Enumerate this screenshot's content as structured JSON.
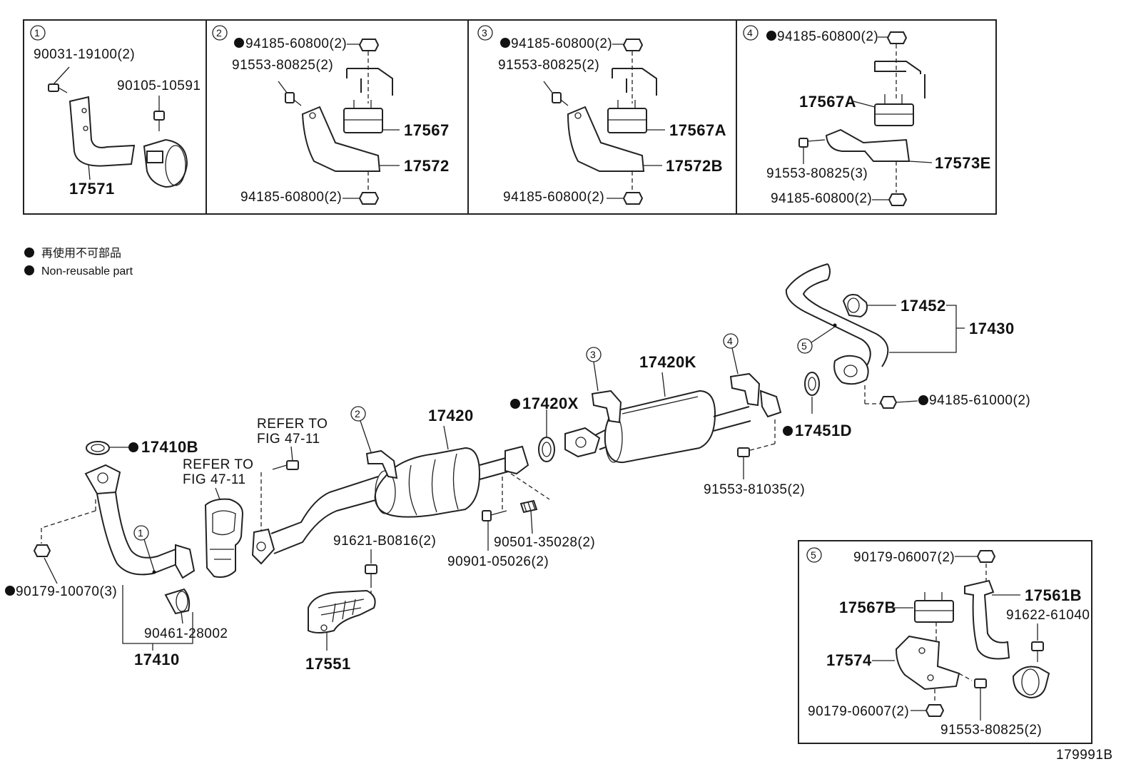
{
  "figure_code": "179991B",
  "legend": {
    "line_ja": "再使用不可部品",
    "line_en": "Non-reusable part"
  },
  "insets": [
    {
      "number": "1",
      "parts": {
        "bolt": "90031-19100(2)",
        "bolt2": "90105-10591",
        "bracket": "17571"
      }
    },
    {
      "number": "2",
      "parts": {
        "nut_top": "94185-60800(2)",
        "bolt": "91553-80825(2)",
        "mount": "17567",
        "bracket": "17572",
        "nut_bottom": "94185-60800(2)"
      }
    },
    {
      "number": "3",
      "parts": {
        "nut_top": "94185-60800(2)",
        "bolt": "91553-80825(2)",
        "mount": "17567A",
        "bracket": "17572B",
        "nut_bottom": "94185-60800(2)"
      }
    },
    {
      "number": "4",
      "parts": {
        "nut_top": "94185-60800(2)",
        "mount": "17567A",
        "bolt": "91553-80825(3)",
        "bracket": "17573E",
        "nut_bottom": "94185-60800(2)"
      }
    },
    {
      "number": "5",
      "parts": {
        "nut_top": "90179-06007(2)",
        "mount": "17567B",
        "bracket_hanger": "17561B",
        "bolt_small": "91622-61040",
        "bracket": "17574",
        "nut_bottom": "90179-06007(2)",
        "bolt": "91553-80825(2)"
      }
    }
  ],
  "main": {
    "p17410B": "17410B",
    "refer1": "REFER TO",
    "refer1b": "FIG 47-11",
    "refer2": "REFER TO",
    "refer2b": "FIG 47-11",
    "p90179_10070": "90179-10070(3)",
    "p90461": "90461-28002",
    "p17410": "17410",
    "p17420": "17420",
    "p91621": "91621-B0816(2)",
    "p17551": "17551",
    "p90501": "90501-35028(2)",
    "p90901": "90901-05026(2)",
    "p17420X": "17420X",
    "p17420K": "17420K",
    "p17451D": "17451D",
    "p91553_81035": "91553-81035(2)",
    "p17452": "17452",
    "p17430": "17430",
    "p94185_61000": "94185-61000(2)",
    "c1": "1",
    "c2": "2",
    "c3": "3",
    "c4": "4",
    "c5": "5"
  }
}
